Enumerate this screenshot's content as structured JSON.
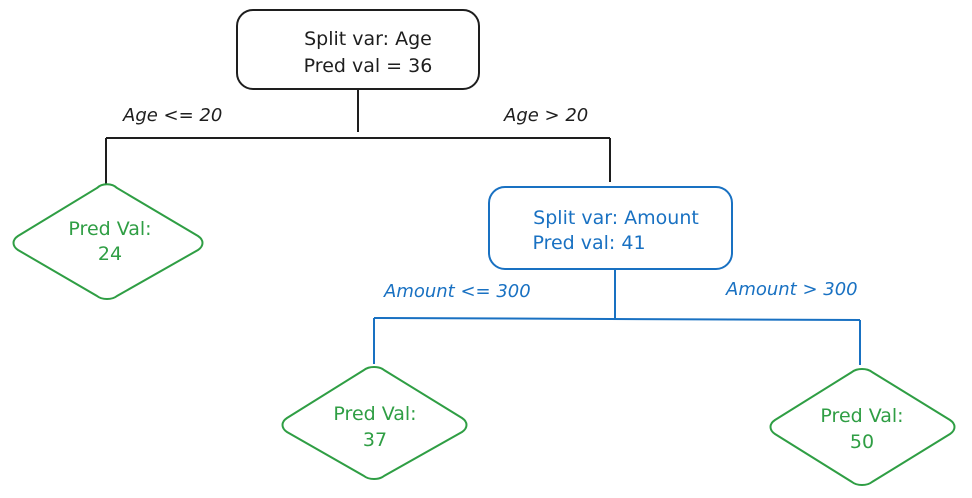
{
  "colors": {
    "root": "#1e1e1e",
    "internal": "#1971c2",
    "leaf": "#2f9e44",
    "background": "#ffffff"
  },
  "root": {
    "line1": "Split var: Age",
    "line2": "Pred val = 36"
  },
  "root_edges": {
    "left_label": "Age <= 20",
    "right_label": "Age > 20"
  },
  "leaf_left": {
    "line1": "Pred Val:",
    "line2": "24"
  },
  "amount_node": {
    "line1": "Split var: Amount",
    "line2": "Pred val: 41"
  },
  "amount_edges": {
    "left_label": "Amount <= 300",
    "right_label": "Amount > 300"
  },
  "leaf_middle": {
    "line1": "Pred Val:",
    "line2": "37"
  },
  "leaf_right": {
    "line1": "Pred Val:",
    "line2": "50"
  }
}
